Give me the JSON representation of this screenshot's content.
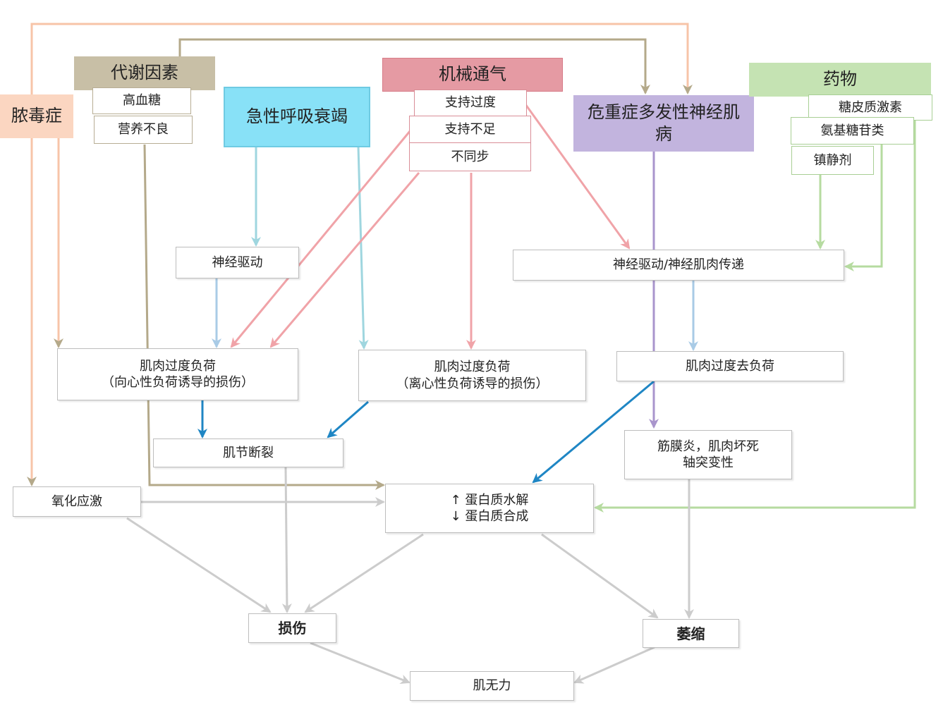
{
  "colors": {
    "sepsis": "#f7c4a8",
    "metabolic": "#b4a98a",
    "ards": "#9fd6df",
    "mechanical_ventilation": "#f0a3a8",
    "cip": "#a995cc",
    "drugs": "#b6dba0",
    "blue_arrow": "#a9cbe6",
    "dark_blue_arrow": "#1f86c4",
    "gray_arrow": "#cccccc"
  },
  "nodes": {
    "sepsis": "脓毒症",
    "metabolic": {
      "title": "代谢因素",
      "items": [
        "高血糖",
        "营养不良"
      ]
    },
    "ards": "急性呼吸衰竭",
    "mechanical_ventilation": {
      "title": "机械通气",
      "items": [
        "支持过度",
        "支持不足",
        "不同步"
      ]
    },
    "cip": "危重症多发性神经肌病",
    "drugs": {
      "title": "药物",
      "items": [
        "糖皮质激素",
        "氨基糖苷类",
        "镇静剂"
      ]
    },
    "neural_drive": "神经驱动",
    "neural_drive_transmission": "神经驱动/神经肌肉传递",
    "overload_concentric": {
      "line1": "肌肉过度负荷",
      "line2": "（向心性负荷诱导的损伤）"
    },
    "overload_eccentric": {
      "line1": "肌肉过度负荷",
      "line2": "（离心性负荷诱导的损伤）"
    },
    "unloading": "肌肉过度去负荷",
    "sarcomere_rupture": "肌节断裂",
    "fasciitis": {
      "line1": "筋膜炎，肌肉坏死",
      "line2": "轴突变性"
    },
    "oxidative_stress": "氧化应激",
    "protein": {
      "line1": "↑ 蛋白质水解",
      "line2": "↓ 蛋白质合成"
    },
    "injury": "损伤",
    "atrophy": "萎缩",
    "weakness": "肌无力"
  }
}
